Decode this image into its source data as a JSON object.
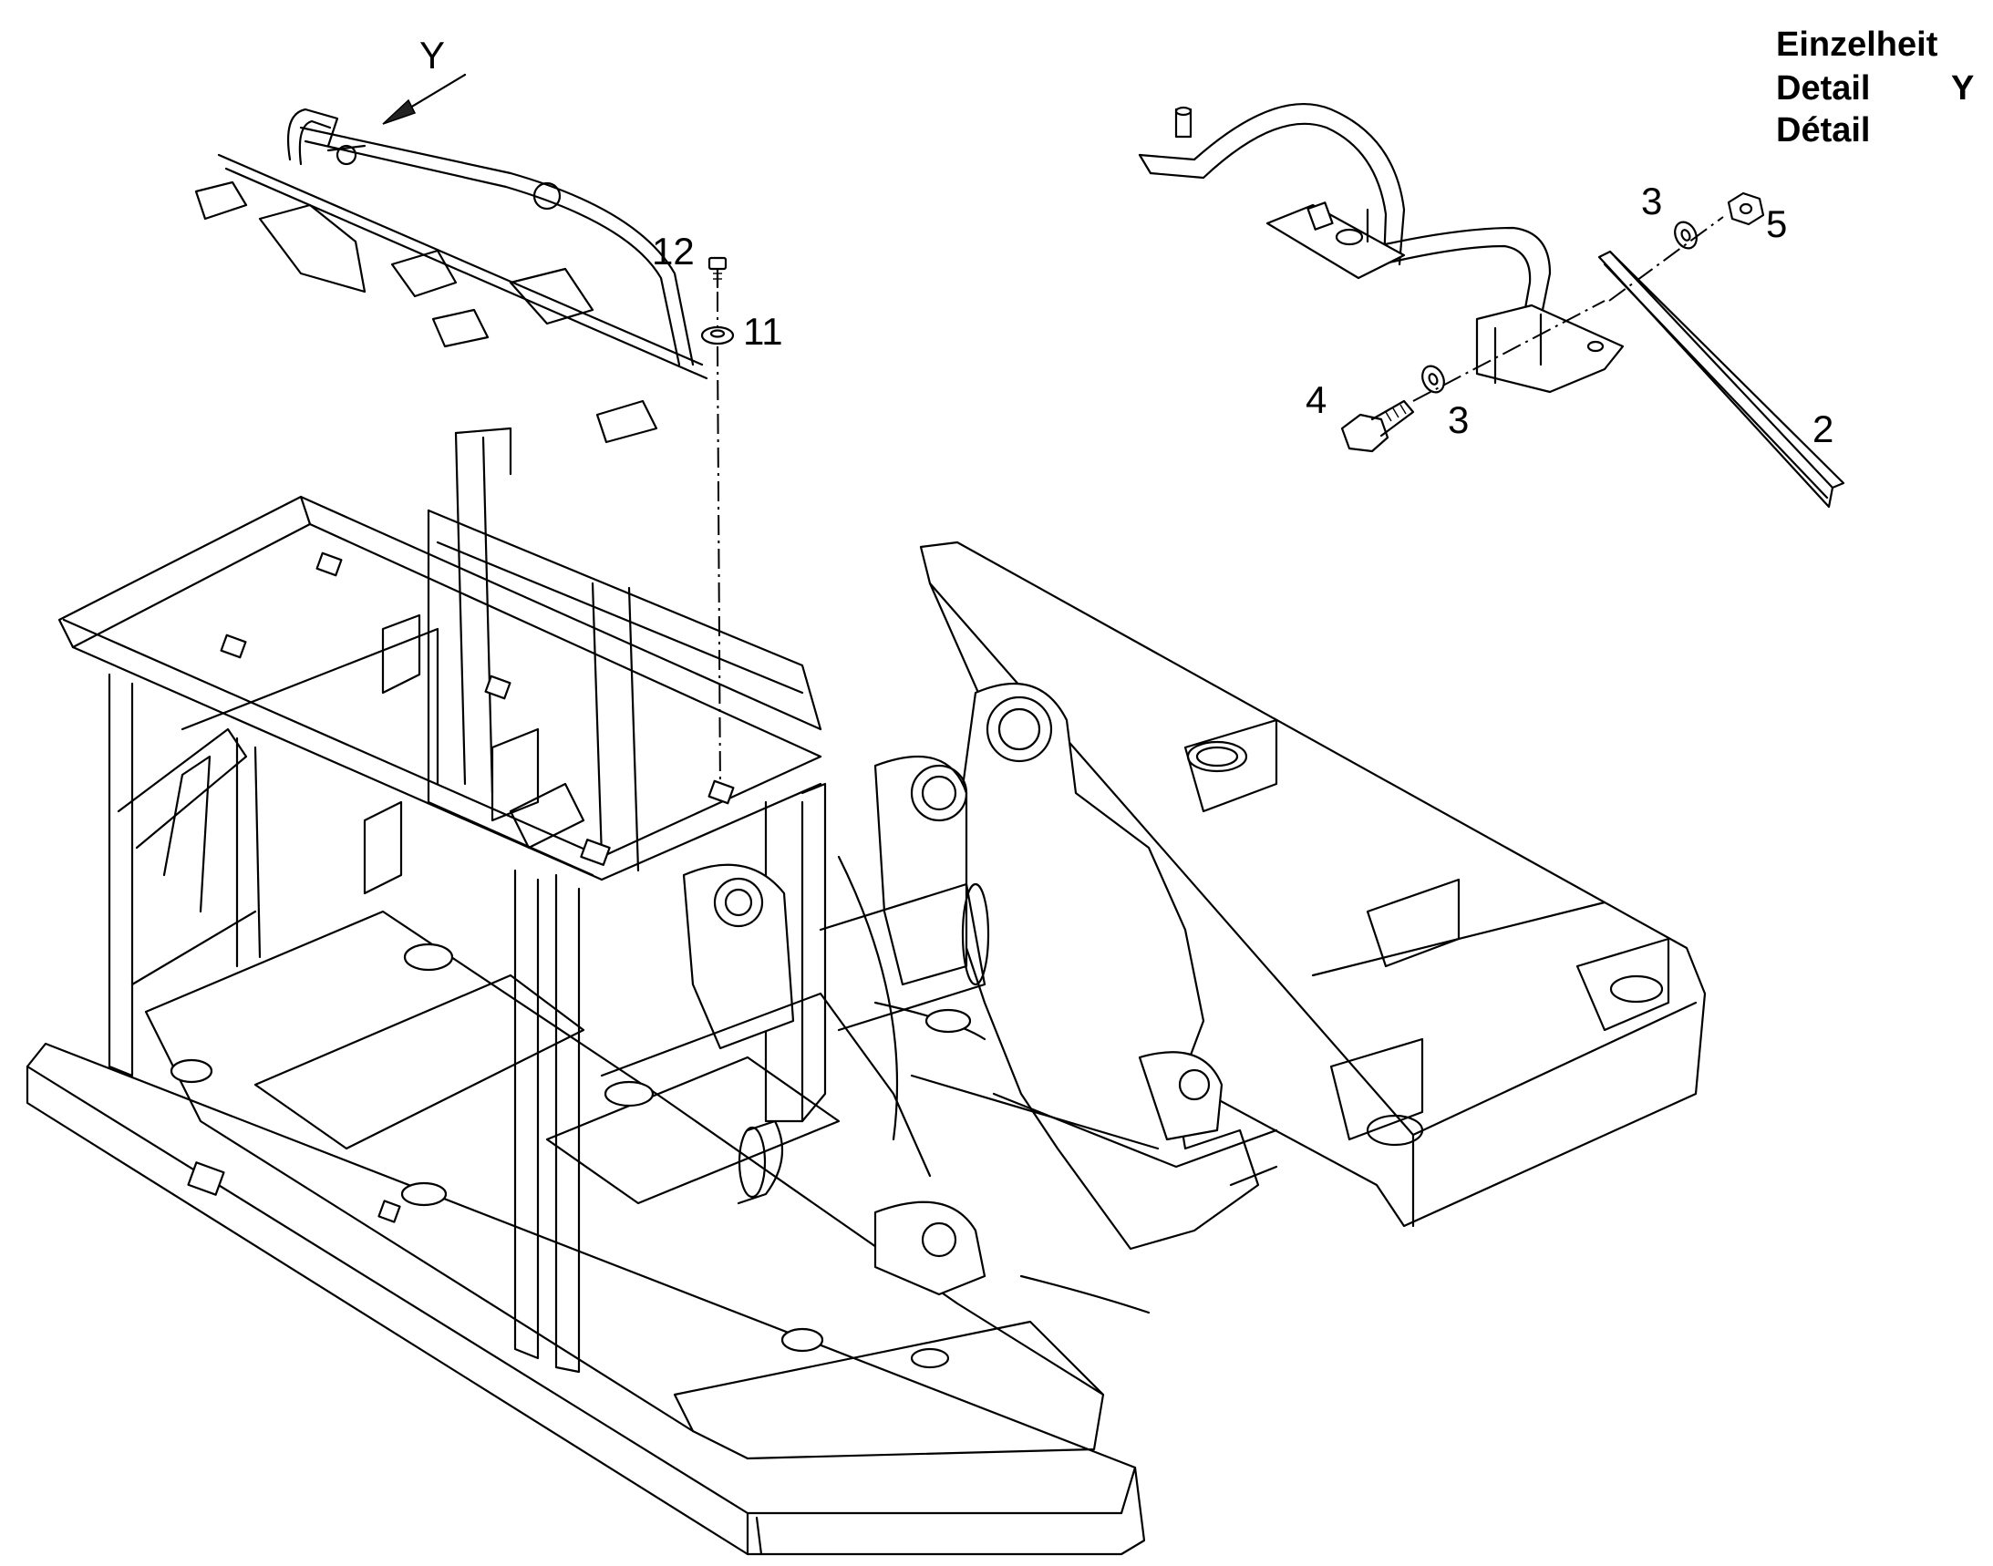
{
  "view_label": "Y",
  "detail_header": {
    "line1": "Einzelheit",
    "line2": "Detail",
    "line2_letter": "Y",
    "line3": "Détail"
  },
  "callouts": {
    "c2": "2",
    "c3a": "3",
    "c3b": "3",
    "c4": "4",
    "c5": "5",
    "c11": "11",
    "c12": "12"
  }
}
